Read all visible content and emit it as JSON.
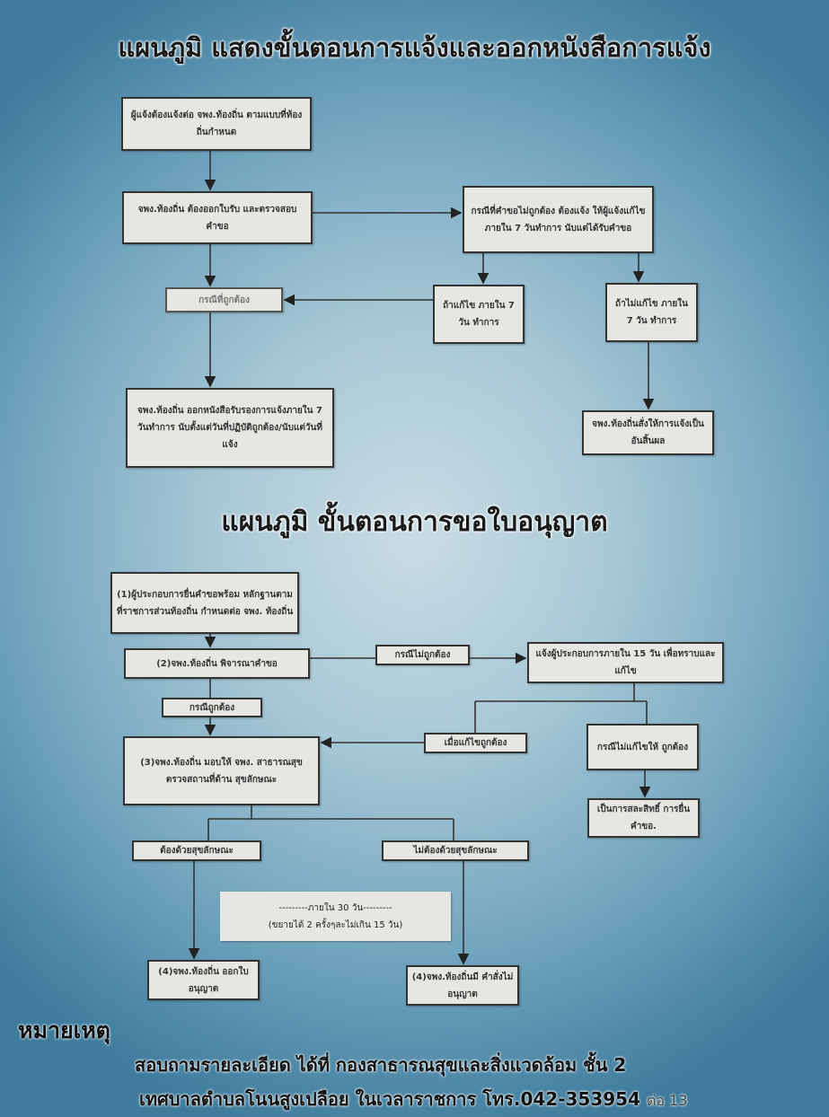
{
  "chart1": {
    "title": "แผนภูมิ  แสดงขั้นตอนการแจ้งและออกหนังสือการแจ้ง",
    "box_notify": "ผู้แจ้งต้องแจ้งต่อ จพง.ท้องถิ่น ตามแบบที่ท้องถิ่นกำหนด",
    "box_receipt": "จพง.ท้องถิ่น ต้องออกใบรับ และตรวจสอบคำขอ",
    "box_incorrect": "กรณีที่คำขอไม่ถูกต้อง  ต้องแจ้ง ให้ผู้แจ้งแก้ไขภายใน 7 วันทำการ นับแต่ได้รับคำขอ",
    "box_correct": "กรณีที่ถูกต้อง",
    "box_fixed": "ถ้าแก้ไข ภายใน 7 วัน ทำการ",
    "box_not_fixed": "ถ้าไม่แก้ไข ภายใน 7 วัน ทำการ",
    "box_certificate": "จพง.ท้องถิ่น  ออกหนังสือรับรองการแจ้งภายใน 7 วันทำการ นับตั้งแต่วันที่ปฏิบัติถูกต้อง/นับแต่วันที่แจ้ง",
    "box_void": "จพง.ท้องถิ่นสั่งให้การแจ้งเป็นอันสิ้นผล"
  },
  "chart2": {
    "title": "แผนภูมิ  ขั้นตอนการขอใบอนุญาต",
    "step1": "(1)ผู้ประกอบการยื่นคำขอพร้อม หลักฐานตามที่ราชการส่วนท้องถิ่น กำหนดต่อ   จพง. ท้องถิ่น",
    "step2": "(2)จพง.ท้องถิ่น พิจารณาคำขอ",
    "label_incorrect": "กรณีไม่ถูกต้อง",
    "notify_15": "แจ้งผู้ประกอบการภายใน  15 วัน เพื่อทราบและแก้ไข",
    "label_correct": "กรณีถูกต้อง",
    "step3": "(3)จพง.ท้องถิ่น  มอบให้ จพง. สาธารณสุข  ตรวจสถานที่ด้าน สุขลักษณะ",
    "label_fixed": "เมื่อแก้ไขถูกต้อง",
    "not_fixed": "กรณีไม่แก้ไขให้ ถูกต้อง",
    "waive": "เป็นการสละสิทธิ์ การยื่นคำขอ.",
    "label_hygienic": "ต้องด้วยสุขลักษณะ",
    "label_not_hygienic": "ไม่ต้องด้วยสุขลักษณะ",
    "within_30": "---------ภายใน  30 วัน---------",
    "extension": "(ขยายได้ 2 ครั้งๆละไม่เกิน  15 วัน)",
    "step4_issue": "(4)จพง.ท้องถิ่น ออกใบอนุญาต",
    "step4_deny": "(4)จพง.ท้องถิ่นมี คำสั่งไม่อนุญาต"
  },
  "note": {
    "heading": "หมายเหตุ",
    "line1": "สอบถามรายละเอียด ได้ที่ กองสาธารณสุขและสิ่งแวดล้อม ชั้น 2",
    "line2": "เทศบาลตำบลโนนสูงเปลือย ในเวลาราชการ โทร.042-353954",
    "extension": "ต่อ 13"
  }
}
